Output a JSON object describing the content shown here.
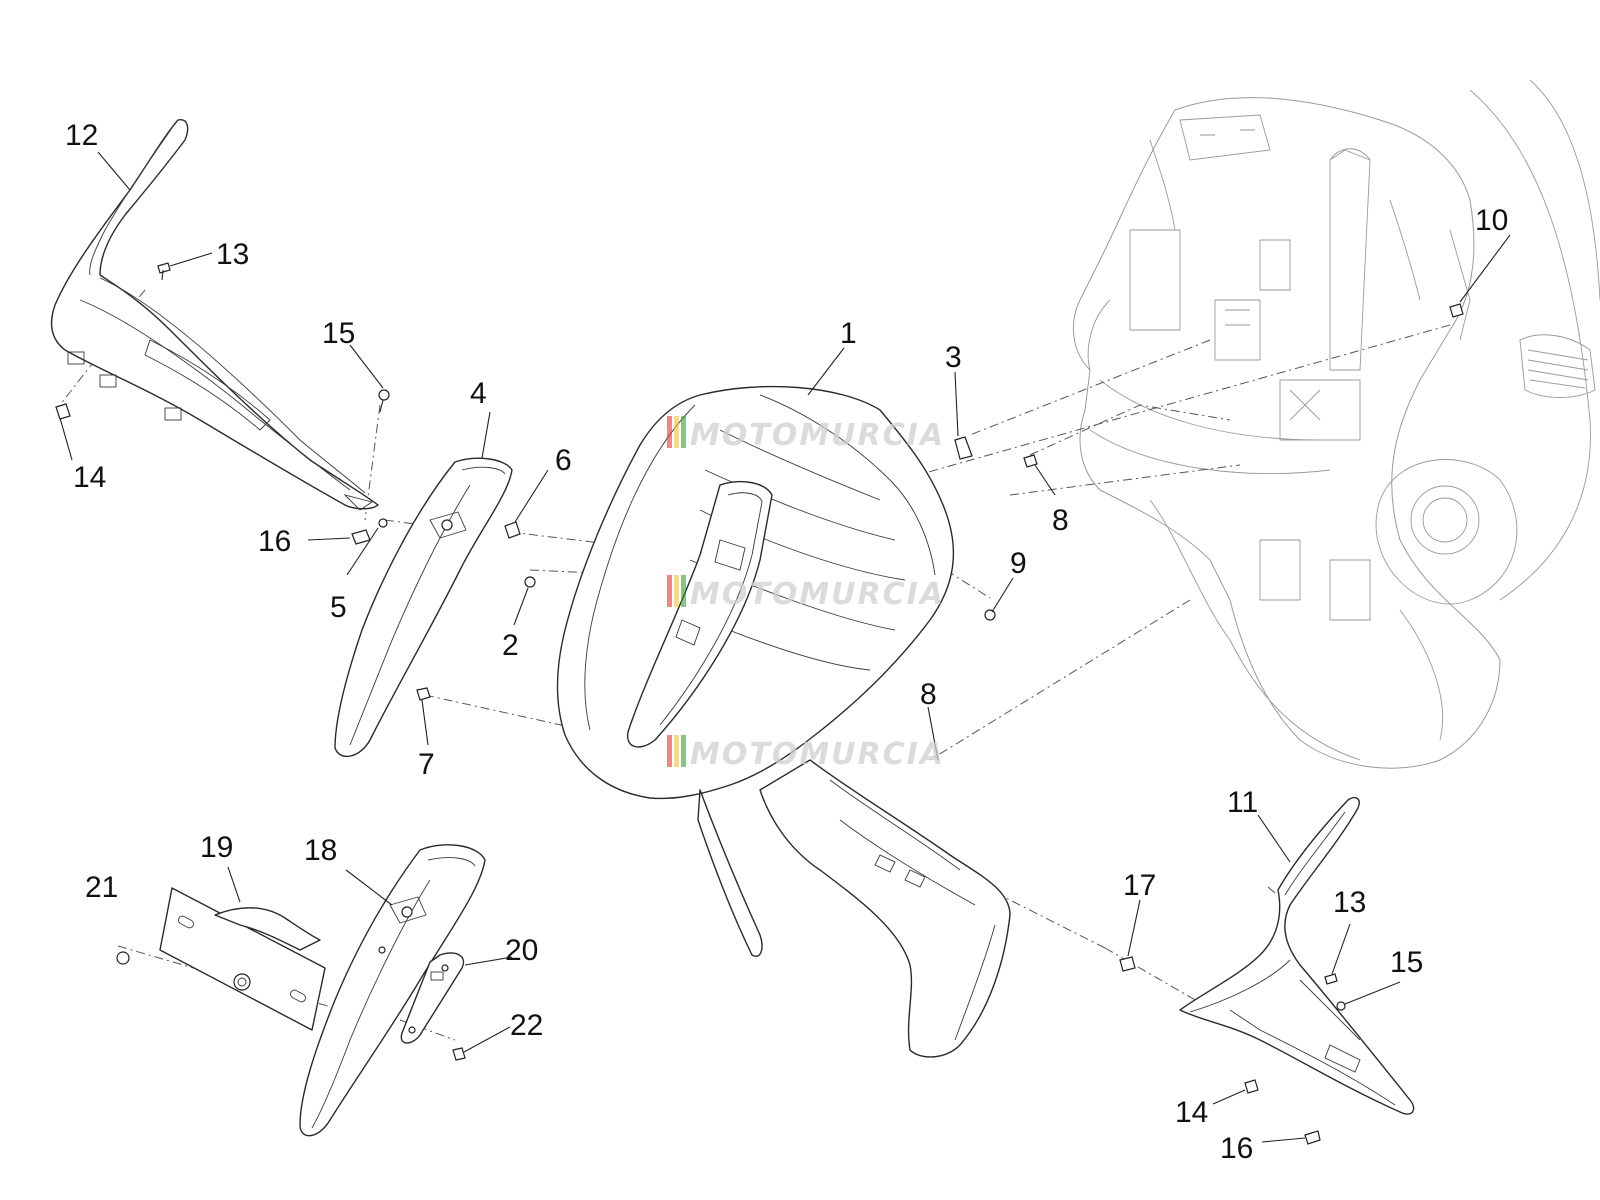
{
  "watermark": {
    "text": "MOTOMURCIA",
    "stripe_colors": [
      "#e03a2f",
      "#f2c230",
      "#3c9a3c"
    ]
  },
  "callouts": {
    "n1": "1",
    "n2": "2",
    "n3": "3",
    "n4": "4",
    "n5": "5",
    "n6": "6",
    "n7": "7",
    "n8a": "8",
    "n8b": "8",
    "n9": "9",
    "n10": "10",
    "n11": "11",
    "n12": "12",
    "n13a": "13",
    "n13b": "13",
    "n14a": "14",
    "n14b": "14",
    "n15a": "15",
    "n15b": "15",
    "n16a": "16",
    "n16b": "16",
    "n17": "17",
    "n18": "18",
    "n19": "19",
    "n20": "20",
    "n21": "21",
    "n22": "22"
  }
}
